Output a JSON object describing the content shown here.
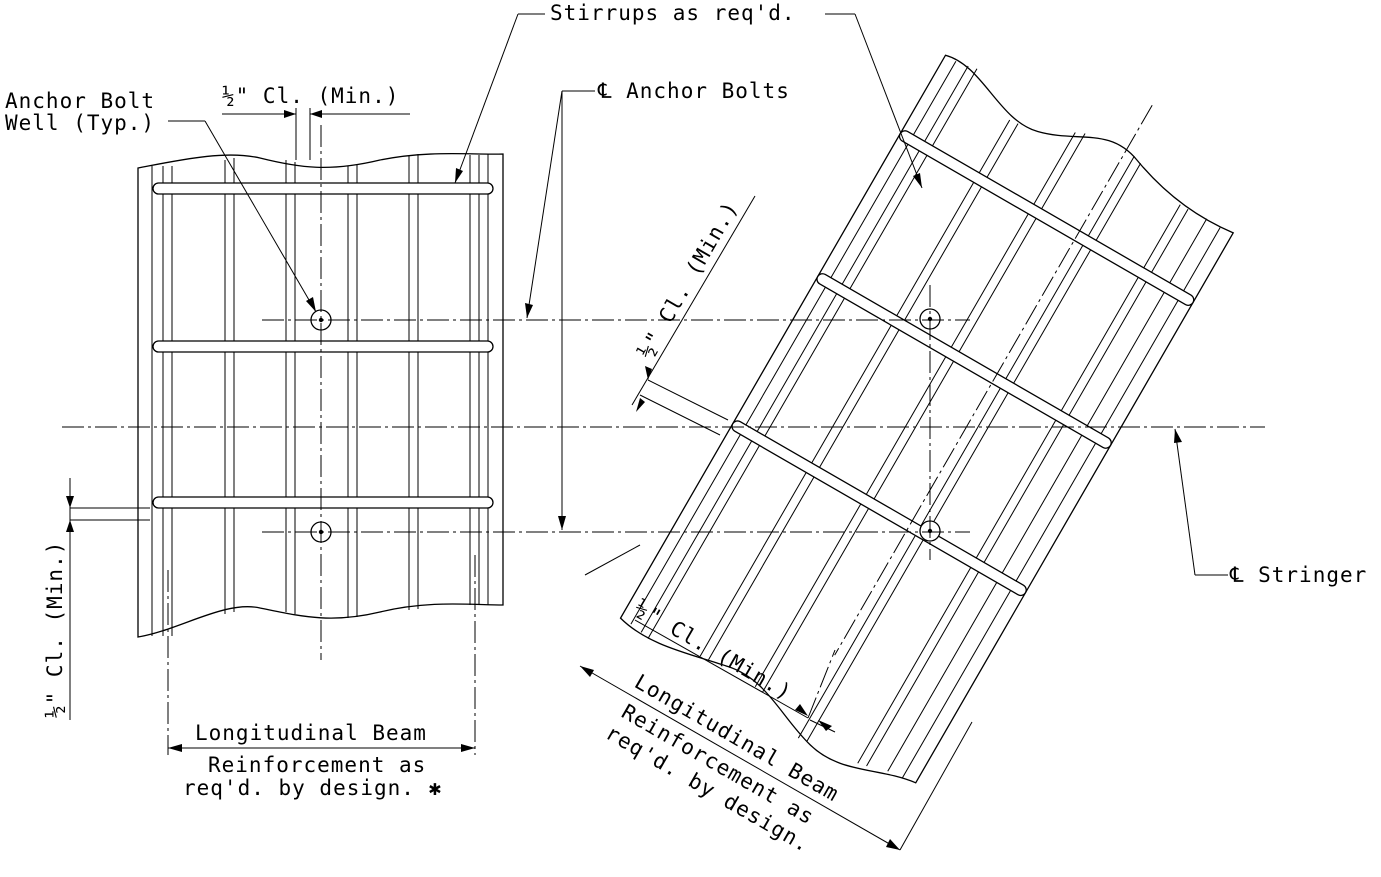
{
  "labels": {
    "anchor_bolt_well_1": "Anchor Bolt",
    "anchor_bolt_well_2": "Well (Typ.)",
    "clearance_top": "½\" Cl. (Min.)",
    "clearance_left": "½\" Cl. (Min.)",
    "clearance_skew_upper": "½\" Cl. (Min.)",
    "clearance_skew_lower": "½\" Cl. (Min.)",
    "stirrups": "Stirrups as req'd.",
    "cl_anchor_bolts": "℄ Anchor Bolts",
    "cl_stringer": "℄ Stringer",
    "long_beam_left": "Longitudinal Beam",
    "reinf_left_1": "Reinforcement as",
    "reinf_left_2": "req'd. by design. ✱",
    "long_beam_right": "Longitudinal Beam",
    "reinf_right_1": "Reinforcement as",
    "reinf_right_2": "req'd. by design."
  }
}
